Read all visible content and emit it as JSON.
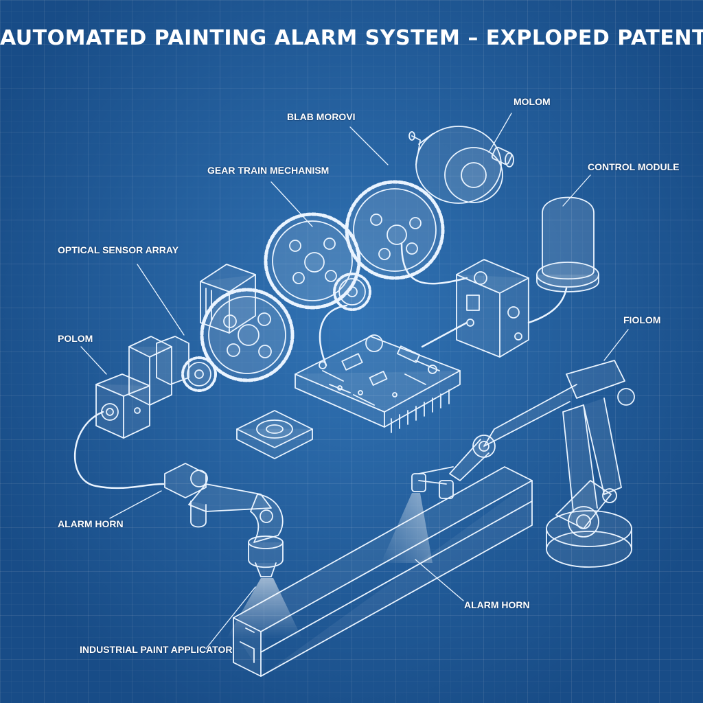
{
  "title": "AUTOMATED PAINTING ALARM SYSTEM – EXPLOPED PATENT VIEW",
  "labels": {
    "blab_morovi": "BLAB MOROVI",
    "molom": "MOLOM",
    "gear_train": "GEAR TRAIN MECHANISM",
    "control_module": "CONTROL MODULE",
    "optical_sensor": "OPTICAL SENSOR ARRAY",
    "polom": "POLOM",
    "fiolom": "FIOLOM",
    "alarm_horn_left": "ALARM HORN",
    "alarm_horn_right": "ALARM HORN",
    "paint_applicator": "INDUSTRIAL PAINT APPLICATOR"
  },
  "colors": {
    "background": "#20609f",
    "line": "#eaf4ff",
    "text": "#ffffff"
  }
}
